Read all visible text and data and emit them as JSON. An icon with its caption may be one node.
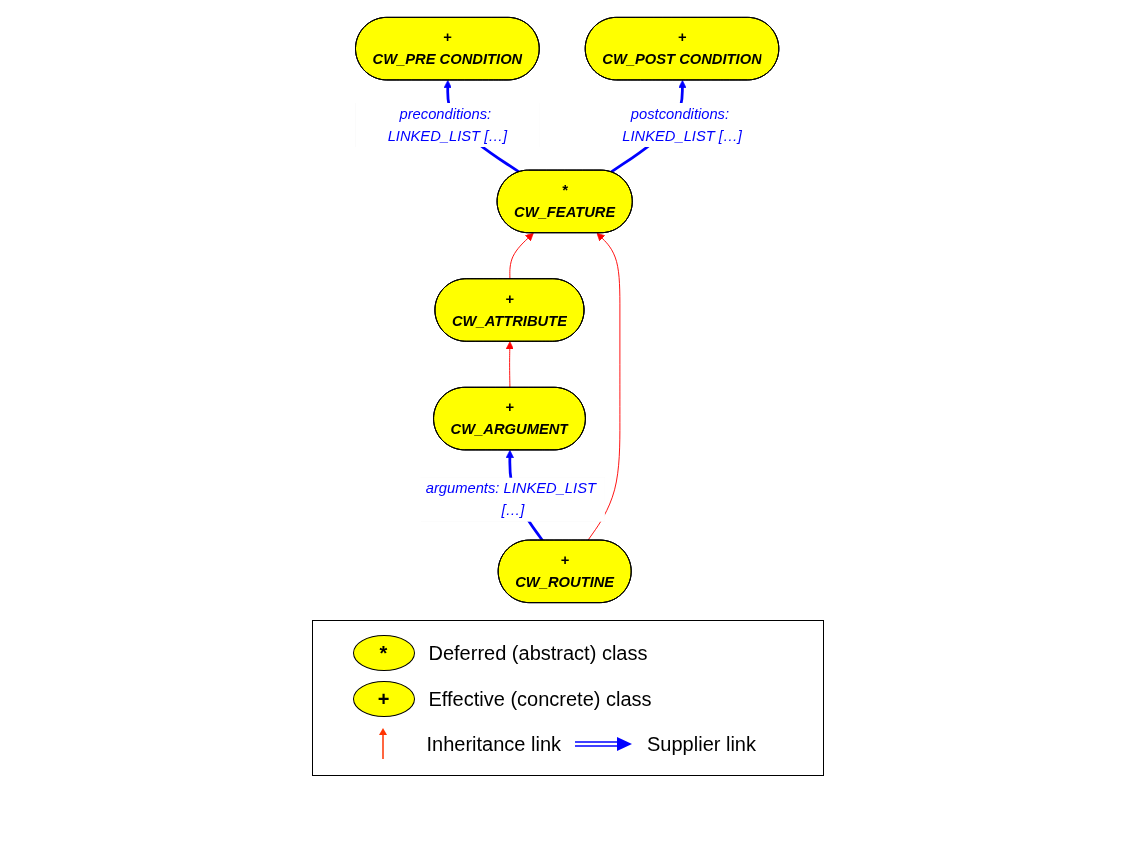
{
  "diagram": {
    "nodes": [
      {
        "text": [
          "+",
          "CW_PRE CONDITION"
        ]
      },
      {
        "text": [
          "*",
          "CW_FEATURE"
        ]
      },
      {
        "text": [
          "+",
          "CW_ATTRIBUTE"
        ]
      },
      {
        "text": [
          "+",
          "CW_POST CONDITION"
        ]
      },
      {
        "text": [
          "+",
          "CW_ROUTINE"
        ]
      },
      {
        "text": [
          "+",
          "CW_ARGUMENT"
        ]
      }
    ],
    "edges": [
      {
        "from": 1,
        "to": 0,
        "arrow": "to",
        "label": "preconditions: LINKED_LIST […]",
        "style": "thick",
        "color": "#0000ff"
      },
      {
        "from": 2,
        "to": 1,
        "arrow": "to",
        "color": "#ff0000"
      },
      {
        "from": 1,
        "to": 3,
        "arrow": "to",
        "label": "postconditions: LINKED_LIST […]",
        "style": "thick",
        "color": "#0000ff"
      },
      {
        "from": 4,
        "to": 1,
        "arrow": "to",
        "color": "#ff0000"
      },
      {
        "from": 4,
        "to": 5,
        "arrow": "to",
        "label": "arguments: LINKED_LIST […]",
        "style": "thick",
        "color": "#0000ff"
      },
      {
        "from": 5,
        "to": 2,
        "arrow": "to",
        "color": "#ff0000"
      }
    ],
    "labels": [
      "*",
      "+"
    ],
    "legend": [
      {
        "text": "Deferred (abstract) class"
      },
      {
        "text": "Effective (concrete) class"
      },
      {
        "text": "Inheritance link"
      },
      {
        "text": "Supplier link"
      }
    ]
  }
}
